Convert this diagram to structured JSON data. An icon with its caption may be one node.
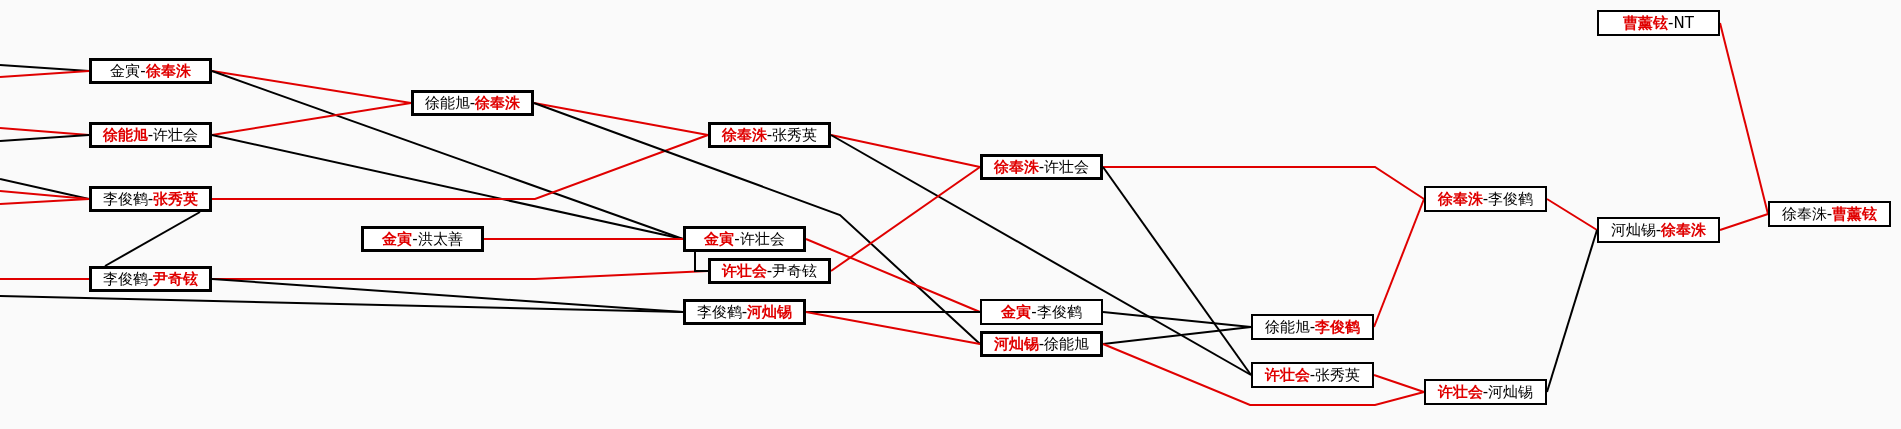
{
  "diagram": {
    "nodes": [
      {
        "text": [
          "金寅-**徐奉洙**"
        ]
      },
      {
        "text": [
          "**徐能旭**-许壮会"
        ]
      },
      {
        "text": [
          "李俊鹤-**张秀英**"
        ]
      },
      {
        "text": [
          "李俊鹤-**尹奇铉**"
        ]
      },
      {
        "text": [
          "徐能旭-**徐奉洙**"
        ]
      },
      {
        "text": [
          "**金寅**-洪太善"
        ]
      },
      {
        "text": [
          "**徐奉洙**-张秀英"
        ]
      },
      {
        "text": [
          "**金寅**-许壮会"
        ]
      },
      {
        "text": [
          "**许壮会**-尹奇铉"
        ]
      },
      {
        "text": [
          "李俊鹤-**河灿锡**"
        ]
      },
      {
        "text": [
          "**徐奉洙**-许壮会"
        ]
      },
      {
        "text": [
          "**金寅**-李俊鹤"
        ]
      },
      {
        "text": [
          "**河灿锡**-徐能旭"
        ]
      },
      {
        "text": [
          "徐能旭-**李俊鹤**"
        ]
      },
      {
        "text": [
          "**许壮会**-张秀英"
        ]
      },
      {
        "text": [
          "**徐奉洙**-李俊鹤"
        ]
      },
      {
        "text": [
          "**许壮会**-河灿锡"
        ]
      },
      {
        "text": [
          "河灿锡-**徐奉洙**"
        ]
      },
      {
        "text": [
          "**曹薰铉**-NT"
        ]
      },
      {
        "text": [
          "徐奉洙-**曹薰铉**"
        ]
      }
    ],
    "edges": [
      {
        "from": null,
        "to": 0,
        "arrow": "none",
        "color": "#000000"
      },
      {
        "from": null,
        "to": 0,
        "arrow": "none"
      },
      {
        "from": null,
        "to": 1,
        "arrow": "none"
      },
      {
        "from": null,
        "to": 1,
        "arrow": "none",
        "color": "#000000"
      },
      {
        "from": null,
        "to": 2,
        "arrow": "none",
        "color": "#000000"
      },
      {
        "from": null,
        "to": 2,
        "arrow": "none"
      },
      {
        "from": null,
        "to": 2,
        "arrow": "none"
      },
      {
        "from": null,
        "to": 3,
        "arrow": "none"
      },
      {
        "from": null,
        "to": 9,
        "arrow": "none",
        "color": "#000000"
      },
      {
        "from": 0,
        "to": 4,
        "arrow": "none"
      },
      {
        "from": 0,
        "to": 7,
        "arrow": "none",
        "color": "#000000"
      },
      {
        "from": 1,
        "to": 4,
        "arrow": "none"
      },
      {
        "from": 1,
        "to": 7,
        "arrow": "none",
        "color": "#000000"
      },
      {
        "from": 2,
        "to": 6,
        "arrow": "none"
      },
      {
        "from": 2,
        "to": 3,
        "arrow": "none",
        "color": "#000000"
      },
      {
        "from": 3,
        "to": 8,
        "arrow": "none"
      },
      {
        "from": 3,
        "to": 9,
        "arrow": "none",
        "color": "#000000"
      },
      {
        "from": 4,
        "to": 6,
        "arrow": "none"
      },
      {
        "from": 4,
        "to": 12,
        "arrow": "none",
        "color": "#000000"
      },
      {
        "from": 5,
        "to": 7,
        "arrow": "none"
      },
      {
        "from": 6,
        "to": 10,
        "arrow": "none"
      },
      {
        "from": 6,
        "to": 14,
        "arrow": "none",
        "color": "#000000"
      },
      {
        "from": 7,
        "to": 11,
        "arrow": "none"
      },
      {
        "from": 7,
        "to": 8,
        "arrow": "none",
        "color": "#000000"
      },
      {
        "from": 8,
        "to": 10,
        "arrow": "none"
      },
      {
        "from": 9,
        "to": 11,
        "arrow": "none",
        "color": "#000000"
      },
      {
        "from": 9,
        "to": 12,
        "arrow": "none"
      },
      {
        "from": 10,
        "to": 15,
        "arrow": "none"
      },
      {
        "from": 10,
        "to": 14,
        "arrow": "none",
        "color": "#000000"
      },
      {
        "from": 11,
        "to": 13,
        "arrow": "none",
        "color": "#000000"
      },
      {
        "from": 12,
        "to": 13,
        "arrow": "none",
        "color": "#000000"
      },
      {
        "from": 12,
        "to": 16,
        "arrow": "none"
      },
      {
        "from": 13,
        "to": 15,
        "arrow": "none"
      },
      {
        "from": 14,
        "to": 16,
        "arrow": "none"
      },
      {
        "from": 15,
        "to": 17,
        "arrow": "none"
      },
      {
        "from": 16,
        "to": 17,
        "arrow": "none",
        "color": "#000000"
      },
      {
        "from": 17,
        "to": 19,
        "arrow": "none"
      },
      {
        "from": 18,
        "to": 19,
        "arrow": "none"
      }
    ]
  }
}
